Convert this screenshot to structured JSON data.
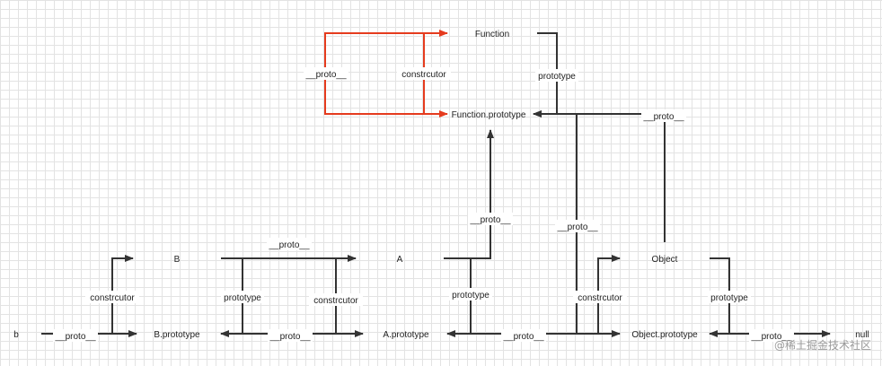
{
  "nodes": {
    "function": "Function",
    "function_prototype": "Function.prototype",
    "b_instance": "b",
    "b_ctor": "B",
    "b_prototype": "B.prototype",
    "a_ctor": "A",
    "a_prototype": "A.prototype",
    "object_ctor": "Object",
    "object_prototype": "Object.prototype",
    "null": "null"
  },
  "labels": {
    "proto": "__proto__",
    "prototype": "prototype",
    "constructor": "constrcutor"
  },
  "colors": {
    "line": "#333333",
    "highlight": "#e53b1e"
  },
  "watermark": "@稀土掘金技术社区"
}
